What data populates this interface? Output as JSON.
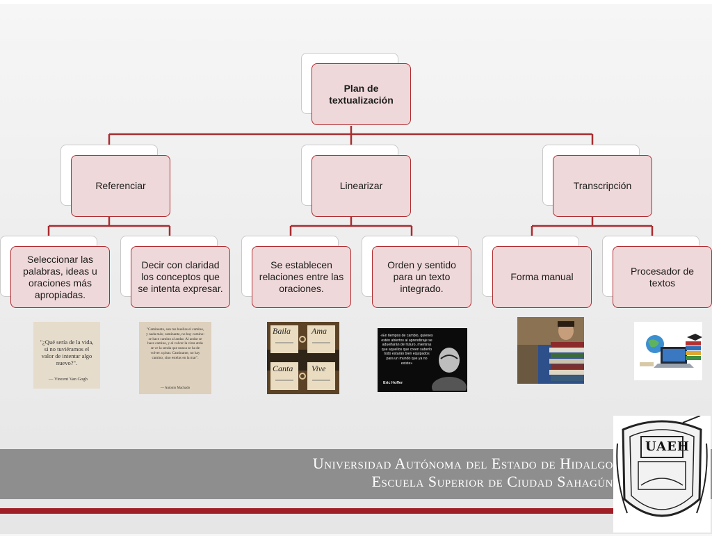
{
  "root": {
    "label": "Plan de textualización"
  },
  "branches": [
    {
      "label": "Referenciar",
      "children": [
        {
          "label": "Seleccionar las palabras, ideas u oraciones más apropiadas."
        },
        {
          "label": "Decir con claridad los conceptos que se intenta expresar."
        }
      ]
    },
    {
      "label": "Linearizar",
      "children": [
        {
          "label": "Se establecen relaciones entre las oraciones."
        },
        {
          "label": "Orden y sentido para un texto integrado."
        }
      ]
    },
    {
      "label": "Transcripción",
      "children": [
        {
          "label": "Forma manual"
        },
        {
          "label": "Procesador de textos"
        }
      ]
    }
  ],
  "images": {
    "vangogh": {
      "quote": "\"¿Qué sería de la vida, si no tuviéramos el valor de intentar algo nuevo?\".",
      "author": "— Vincent Van Gogh"
    },
    "machado": {
      "quote": "\"Caminante, son tus huellas el camino, y nada más; caminante, no hay camino: se hace camino al andar. Al andar se hace camino, y al volver la vista atrás se ve la senda que nunca se ha de volver a pisar. Caminante, no hay camino, sino estelas en la mar\".",
      "author": "— Antonio Machado"
    },
    "cards": {
      "words": [
        "Baila",
        "Ama",
        "Canta",
        "Vive"
      ]
    },
    "hoffer": {
      "quote": "«En tiempos de cambio, quienes estén abiertos al aprendizaje se adueñarán del futuro, mientras que aquellos que creen saberlo todo estarán bien equipados para un mundo que ya no existe»",
      "author": "Eric Hoffer"
    }
  },
  "footer": {
    "line1": "Universidad Autónoma del Estado de Hidalgo",
    "line2": "Escuela Superior de Ciudad Sahagún",
    "logo_text": "UAEH"
  },
  "colors": {
    "accent": "#b02a2f",
    "node_fill": "#efd8d9",
    "banner": "#8e8e8e",
    "red_stripe": "#a01e25"
  }
}
